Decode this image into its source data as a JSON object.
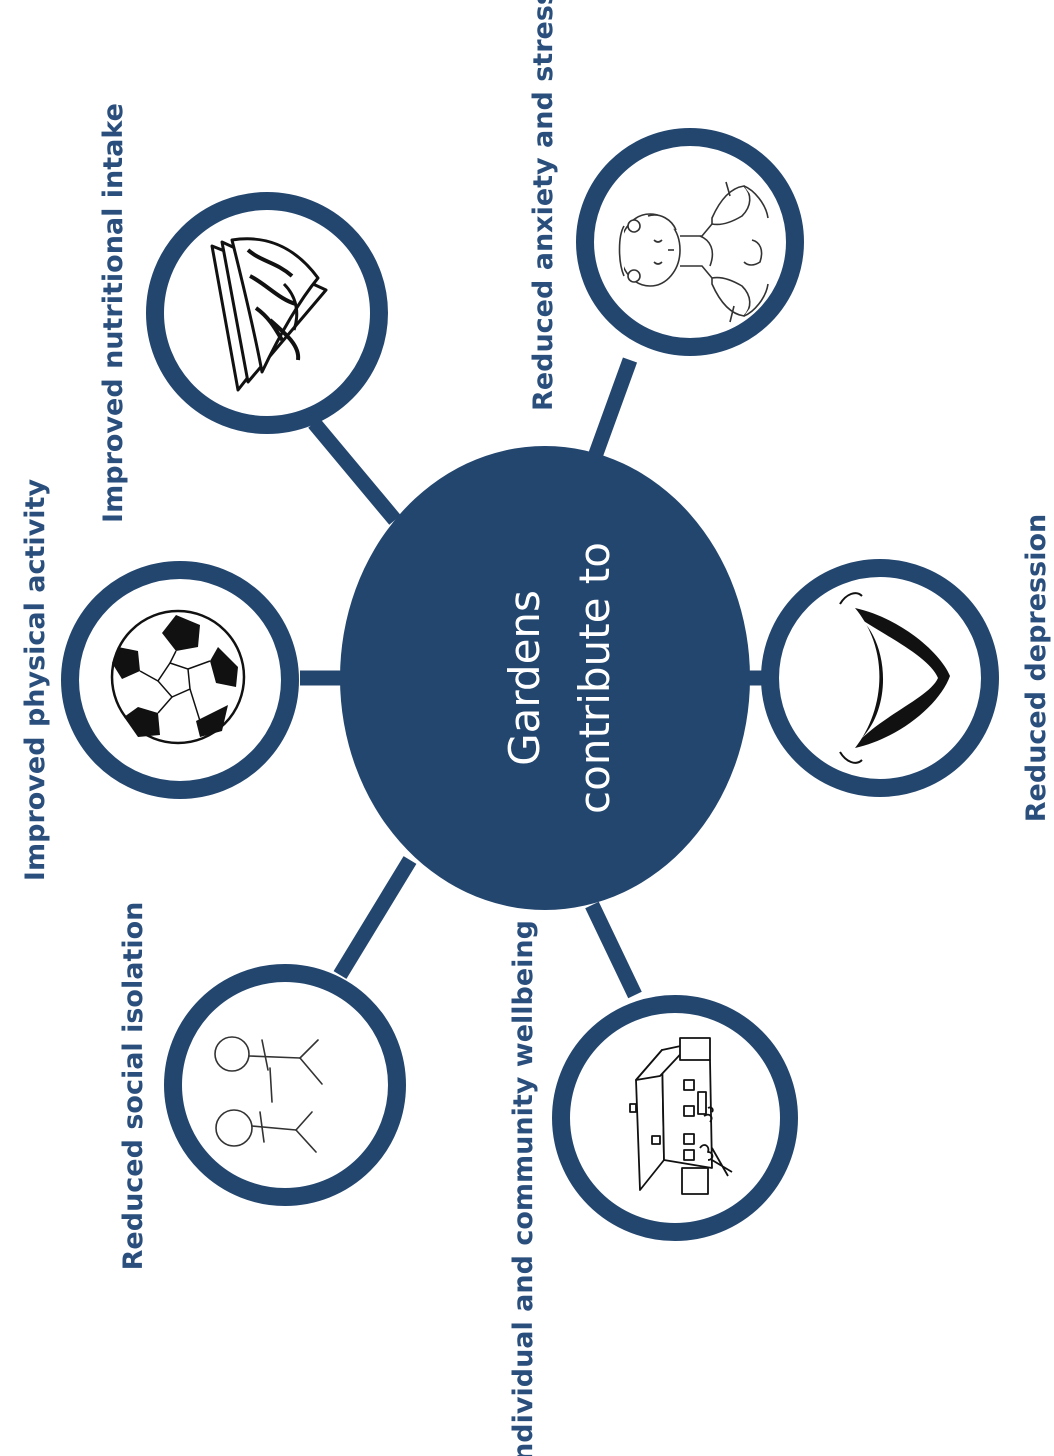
{
  "colors": {
    "primary": "#23466f",
    "label": "#2b4f7d",
    "center_text": "#ffffff",
    "icon_stroke": "#111111",
    "background": "#ffffff"
  },
  "center": {
    "line1": "Gardens",
    "line2": "contribute to"
  },
  "nodes": [
    {
      "id": "physical",
      "label": "Improved physical activity",
      "icon": "soccer-ball-icon"
    },
    {
      "id": "nutrition",
      "label": "Improved nutritional intake",
      "icon": "sandwich-icon"
    },
    {
      "id": "anxiety",
      "label": "Reduced anxiety and stress",
      "icon": "meditating-child-icon"
    },
    {
      "id": "depression",
      "label": "Reduced depression",
      "icon": "smile-icon"
    },
    {
      "id": "community",
      "label": "Individual and community wellbeing",
      "icon": "house-icon"
    },
    {
      "id": "social",
      "label": "Reduced social isolation",
      "icon": "two-people-icon"
    }
  ]
}
